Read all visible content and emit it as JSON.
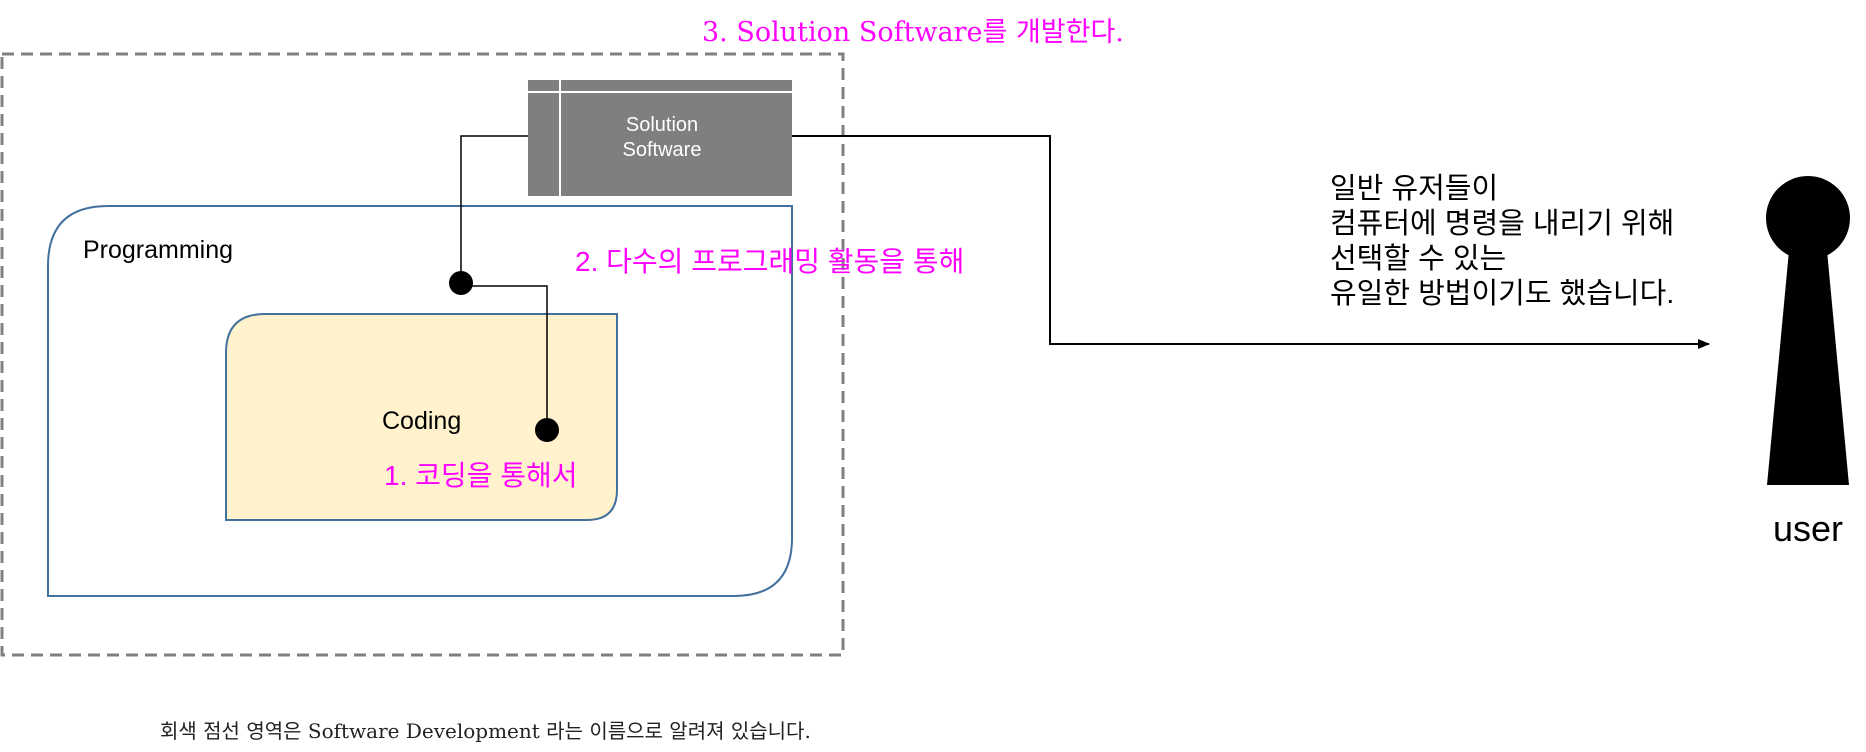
{
  "steps": {
    "step3": "3. Solution Software를 개발한다.",
    "step2": "2. 다수의 프로그래밍 활동을 통해",
    "step1": "1. 코딩을 통해서"
  },
  "boxes": {
    "programming": "Programming",
    "coding": "Coding",
    "solution_line1": "Solution",
    "solution_line2": "Software"
  },
  "user": {
    "label": "user",
    "description": [
      "일반 유저들이",
      "컴퓨터에 명령을 내리기 위해",
      "선택할 수 있는",
      "유일한 방법이기도 했습니다."
    ]
  },
  "caption": "회색 점선 영역은 Software Development 라는 이름으로 알려져 있습니다.",
  "colors": {
    "accent_magenta": "#ff00ff",
    "solution_box": "#7f7f7f",
    "coding_fill": "#fff2cc",
    "box_border": "#41719c",
    "dashed_border": "#7f7f7f"
  }
}
